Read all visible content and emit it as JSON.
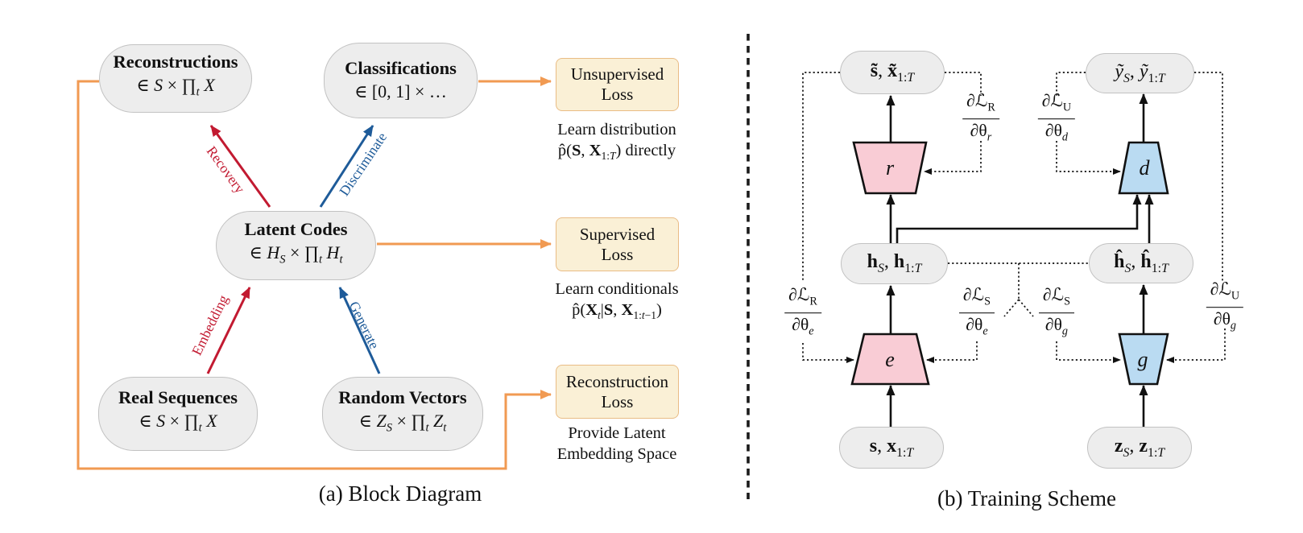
{
  "panel_a": {
    "caption": "(a) Block Diagram",
    "nodes": {
      "reconstructions": {
        "title": "Reconstructions",
        "formula_html": "∈ <i>S</i> × ∏<sub><i>t</i></sub> <i>X</i>"
      },
      "classifications": {
        "title": "Classifications",
        "formula_html": "∈ [0, 1] × …"
      },
      "latent_codes": {
        "title": "Latent Codes",
        "formula_html": "∈ <i>H</i><sub><i>S</i></sub> × ∏<sub><i>t</i></sub> <i>H</i><sub><i>t</i></sub>"
      },
      "real_sequences": {
        "title": "Real Sequences",
        "formula_html": "∈ <i>S</i> × ∏<sub><i>t</i></sub> <i>X</i>"
      },
      "random_vectors": {
        "title": "Random Vectors",
        "formula_html": "∈ <i>Z</i><sub><i>S</i></sub> × ∏<sub><i>t</i></sub> <i>Z</i><sub><i>t</i></sub>"
      }
    },
    "loss_boxes": {
      "unsupervised": {
        "line1": "Unsupervised",
        "line2": "Loss",
        "desc1": "Learn distribution",
        "desc2_html": "p̂(<b>S</b>, <b>X</b><sub>1:<i>T</i></sub>) directly"
      },
      "supervised": {
        "line1": "Supervised",
        "line2": "Loss",
        "desc1": "Learn conditionals",
        "desc2_html": "p̂(<b>X</b><sub><i>t</i></sub>|<b>S</b>, <b>X</b><sub>1:<i>t</i>−1</sub>)"
      },
      "reconstruction": {
        "line1": "Reconstruction",
        "line2": "Loss",
        "desc1": "Provide Latent",
        "desc2_html": "Embedding Space"
      }
    },
    "arrow_labels": {
      "recovery": "Recovery",
      "discriminate": "Discriminate",
      "embedding": "Embedding",
      "generate": "Generate"
    }
  },
  "panel_b": {
    "caption": "(b) Training Scheme",
    "nodes": {
      "s_x_tilde_html": "<b>s̃</b>, <b>x̃</b><sub>1:<i>T</i></sub>",
      "y_tilde_html": "<i>ỹ</i><sub><i>S</i></sub>, <i>ỹ</i><sub>1:<i>T</i></sub>",
      "h_html": "<b>h</b><sub><i>S</i></sub>, <b>h</b><sub>1:<i>T</i></sub>",
      "h_hat_html": "<b>ĥ</b><sub><i>S</i></sub>, <b>ĥ</b><sub>1:<i>T</i></sub>",
      "s_x_html": "<b>s</b>, <b>x</b><sub>1:<i>T</i></sub>",
      "z_html": "<b>z</b><sub><i>S</i></sub>, <b>z</b><sub>1:<i>T</i></sub>"
    },
    "blocks": {
      "recovery": "r",
      "discriminator": "d",
      "embedder": "e",
      "generator": "g"
    },
    "gradients": {
      "lr_r": {
        "num_html": "∂ℒ<sub>R</sub>",
        "den_html": "∂θ<sub><i>r</i></sub>"
      },
      "lu_d": {
        "num_html": "∂ℒ<sub>U</sub>",
        "den_html": "∂θ<sub><i>d</i></sub>"
      },
      "lr_e": {
        "num_html": "∂ℒ<sub>R</sub>",
        "den_html": "∂θ<sub><i>e</i></sub>"
      },
      "ls_e": {
        "num_html": "∂ℒ<sub>S</sub>",
        "den_html": "∂θ<sub><i>e</i></sub>"
      },
      "ls_g": {
        "num_html": "∂ℒ<sub>S</sub>",
        "den_html": "∂θ<sub><i>g</i></sub>"
      },
      "lu_g": {
        "num_html": "∂ℒ<sub>U</sub>",
        "den_html": "∂θ<sub><i>g</i></sub>"
      }
    }
  },
  "colors": {
    "red": "#c21a31",
    "blue": "#1e5b99",
    "orange": "#f19a52",
    "node_fill": "#ededed",
    "node_border": "#c2c2c2",
    "loss_box_fill": "#faf0d6",
    "loss_box_border": "#e9bc85",
    "pink_fill": "#f9ccd5",
    "blue_fill": "#badbf2",
    "line": "#111111"
  }
}
